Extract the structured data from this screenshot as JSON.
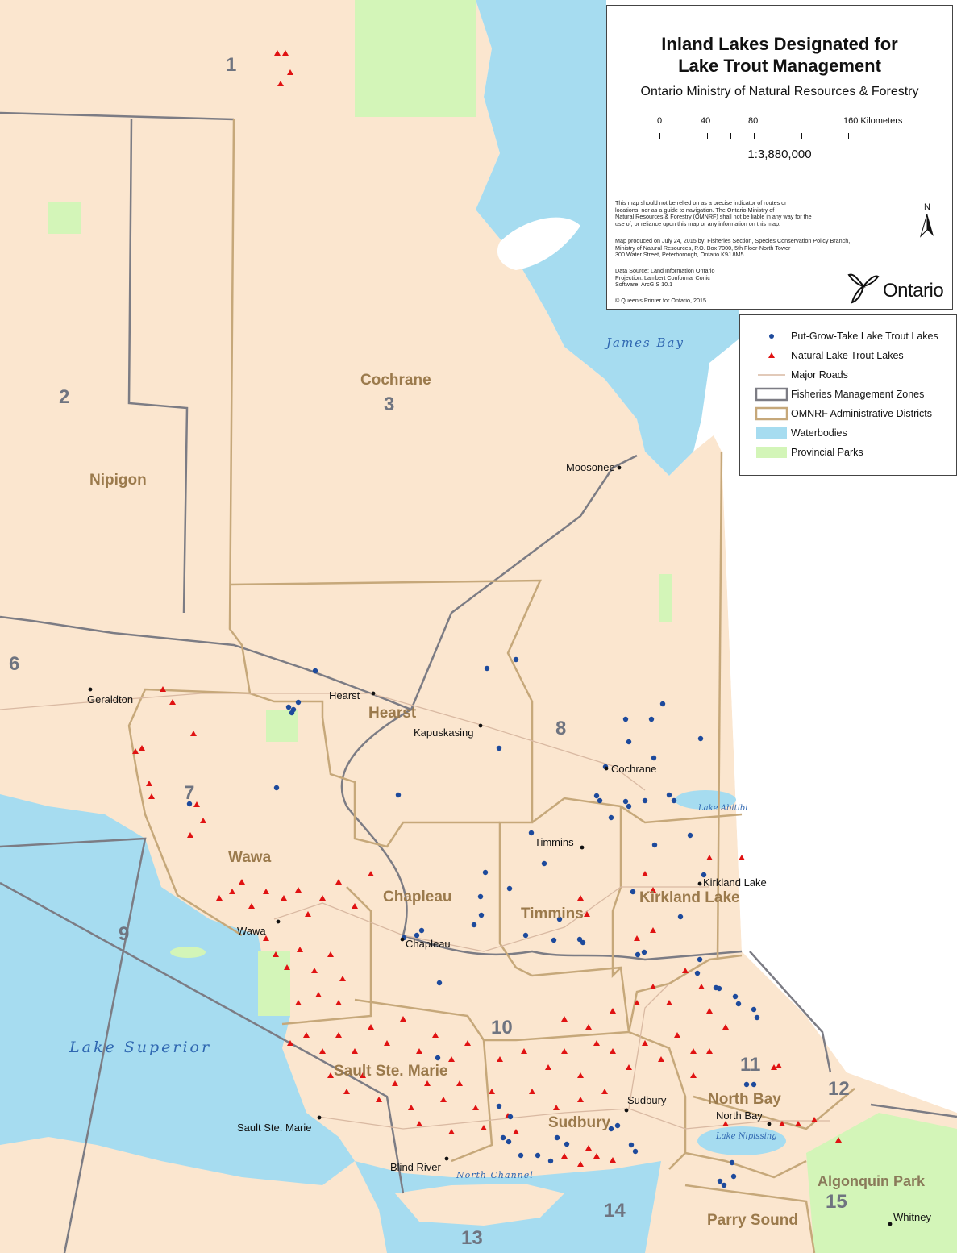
{
  "title": {
    "line1": "Inland Lakes Designated for",
    "line2": "Lake Trout Management",
    "agency": "Ontario Ministry of Natural Resources & Forestry"
  },
  "scale": {
    "ticks": [
      "0",
      "40",
      "80",
      "160 Kilometers"
    ],
    "ratio": "1:3,880,000"
  },
  "disclaimer": [
    "This map should not be relied on as a precise indicator of routes or",
    "locations, nor as a guide to navigation. The Ontario Ministry of",
    "Natural Resources & Forestry (OMNRF) shall not be liable in any way for the",
    "use of, or reliance upon this map or any information on this map."
  ],
  "produced": [
    "Map produced on July 24, 2015 by: Fisheries Section, Species Conservation Policy Branch,",
    "Ministry of Natural Resources, P.O. Box 7000, 5th Floor-North Tower",
    "300 Water Street, Peterborough, Ontario   K9J 8M5"
  ],
  "source": [
    "Data Source: Land Information Ontario",
    "Projection: Lambert Conformal Conic",
    "Software: ArcGIS 10.1"
  ],
  "copyright": "© Queen's Printer for Ontario, 2015",
  "north_label": "N",
  "logo_text": "Ontario",
  "legend": {
    "items": [
      {
        "label": "Put-Grow-Take Lake Trout Lakes",
        "symbol": "dot"
      },
      {
        "label": "Natural Lake Trout Lakes",
        "symbol": "triangle"
      },
      {
        "label": "Major Roads",
        "symbol": "road"
      },
      {
        "label": "Fisheries Management Zones",
        "symbol": "fmz"
      },
      {
        "label": "OMNRF Administrative Districts",
        "symbol": "district"
      },
      {
        "label": "Waterbodies",
        "symbol": "water"
      },
      {
        "label": "Provincial Parks",
        "symbol": "park"
      }
    ]
  },
  "colors": {
    "land": "#fbe6cf",
    "water": "#a6dcf0",
    "park": "#d3f5b8",
    "district_border": "#c6a87a",
    "fmz_border": "#7c7c84",
    "dot": "#1d4a9c",
    "triangle": "#e01212",
    "outside_land": "#ffffff"
  },
  "map": {
    "zones": [
      "1",
      "2",
      "3",
      "6",
      "7",
      "8",
      "9",
      "10",
      "11",
      "12",
      "13",
      "14",
      "15"
    ],
    "districts": [
      "Cochrane",
      "Nipigon",
      "Hearst",
      "Wawa",
      "Chapleau",
      "Timmins",
      "Kirkland Lake",
      "Sault Ste. Marie",
      "Sudbury",
      "North Bay",
      "Parry Sound"
    ],
    "towns": [
      "Moosonee",
      "Geraldton",
      "Hearst",
      "Kapuskasing",
      "Cochrane",
      "Timmins",
      "Kirkland Lake",
      "Wawa",
      "Chapleau",
      "Sudbury",
      "North Bay",
      "Sault Ste. Marie",
      "Blind River",
      "Whitney"
    ],
    "waterbodies": [
      "James Bay",
      "Lake Superior",
      "Lake Abitibi",
      "Lake Nipissing",
      "North Channel"
    ],
    "parks": [
      "Algonquin Park"
    ]
  }
}
